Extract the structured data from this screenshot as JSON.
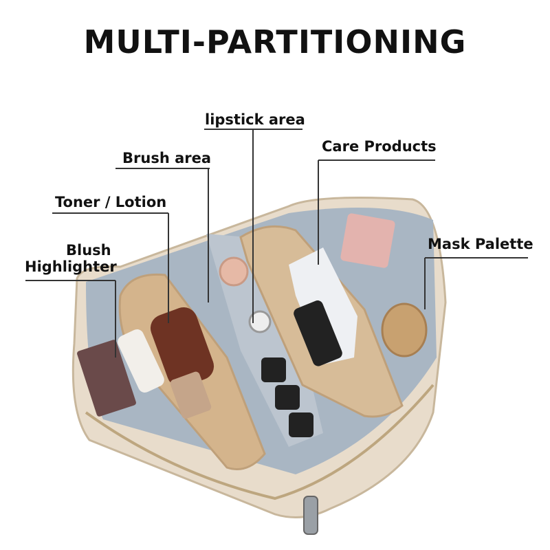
{
  "title": "MULTI-PARTITIONING",
  "labels": {
    "lipstick": "lipstick area",
    "brush": "Brush area",
    "care": "Care Products",
    "toner": "Toner / Lotion",
    "mask": "Mask Palette",
    "blush_line1": "Blush",
    "blush_line2": "Highlighter"
  }
}
